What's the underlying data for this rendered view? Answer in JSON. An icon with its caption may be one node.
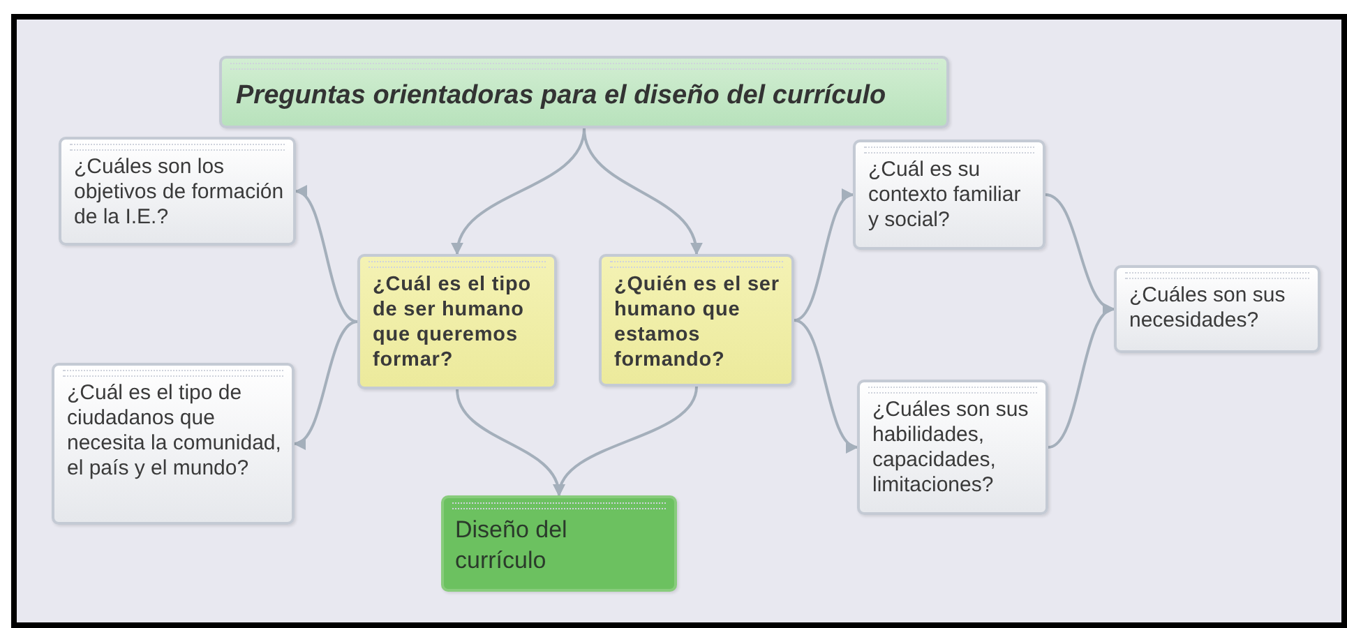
{
  "diagram": {
    "nodes": [
      {
        "text": [
          "Preguntas orientadoras para el diseño del currículo"
        ]
      },
      {
        "text": [
          "¿Cuáles son los objetivos de formación de la I.E.?"
        ]
      },
      {
        "text": [
          "¿Cuál es el tipo de ciudadanos que necesita la comunidad, el país y el mundo?"
        ]
      },
      {
        "text": [
          "¿Cuál es el tipo de ser humano que queremos formar?"
        ]
      },
      {
        "text": [
          "¿Quién es el ser humano que estamos formando?"
        ]
      },
      {
        "text": [
          "¿Cuál es su contexto familiar y social?"
        ]
      },
      {
        "text": [
          "¿Cuáles son sus habilidades, capacidades, limitaciones?"
        ]
      },
      {
        "text": [
          "¿Cuáles son sus necesidades?"
        ]
      },
      {
        "text": [
          "Diseño del currículo"
        ]
      }
    ],
    "edges": [
      {
        "from": 0,
        "to": 3,
        "arrow": "to"
      },
      {
        "from": 0,
        "to": 4,
        "arrow": "to"
      },
      {
        "from": 3,
        "to": 1,
        "arrow": "to"
      },
      {
        "from": 3,
        "to": 2,
        "arrow": "to"
      },
      {
        "from": 4,
        "to": 5,
        "arrow": "to"
      },
      {
        "from": 4,
        "to": 6,
        "arrow": "to"
      },
      {
        "from": 5,
        "to": 7,
        "arrow": "to"
      },
      {
        "from": 6,
        "to": 7,
        "arrow": "to"
      },
      {
        "from": 3,
        "to": 8,
        "arrow": "to"
      },
      {
        "from": 4,
        "to": 8,
        "arrow": "to"
      }
    ]
  }
}
